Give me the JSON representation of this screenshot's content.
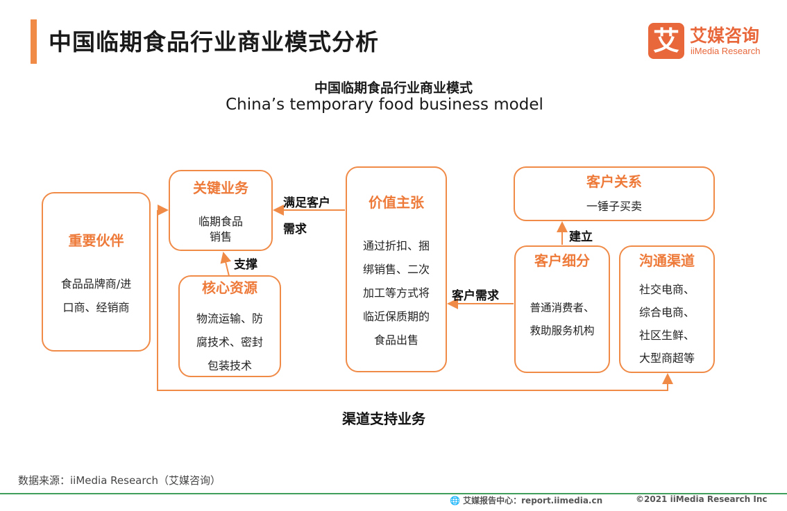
{
  "header": {
    "title": "中国临期食品行业商业模式分析",
    "logo_mark": "艾",
    "logo_cn": "艾媒咨询",
    "logo_en": "iiMedia Research"
  },
  "diagram": {
    "title_cn": "中国临期食品行业商业模式",
    "title_en": "China’s temporary food business model",
    "nodes": {
      "partners": {
        "title": "重要伙伴",
        "lines": [
          "食品品牌商/进",
          "口商、经销商"
        ]
      },
      "activities": {
        "title": "关键业务",
        "lines": [
          "临期食品",
          "销售"
        ]
      },
      "resources": {
        "title": "核心资源",
        "lines": [
          "物流运输、防",
          "腐技术、密封",
          "包装技术"
        ]
      },
      "value": {
        "title": "价值主张",
        "lines": [
          "通过折扣、捆",
          "绑销售、二次",
          "加工等方式将",
          "临近保质期的",
          "食品出售"
        ]
      },
      "relations": {
        "title": "客户关系",
        "lines": [
          "一锤子买卖"
        ]
      },
      "segments": {
        "title": "客户细分",
        "lines": [
          "普通消费者、",
          "救助服务机构"
        ]
      },
      "channels": {
        "title": "沟通渠道",
        "lines": [
          "社交电商、",
          "综合电商、",
          "社区生鲜、",
          "大型商超等"
        ]
      }
    },
    "edge_labels": {
      "value_to_activities_1": "满足客户",
      "value_to_activities_2": "需求",
      "support": "支撑",
      "build": "建立",
      "customer_demand": "客户需求",
      "channel_support": "渠道支持业务"
    },
    "colors": {
      "accent": "#f08a47",
      "title_orange": "#ee7a3a"
    }
  },
  "footer": {
    "source": "数据来源：iiMedia Research（艾媒咨询）",
    "center": "艾媒报告中心：report.iimedia.cn",
    "right": "©2021  iiMedia Research  Inc"
  }
}
